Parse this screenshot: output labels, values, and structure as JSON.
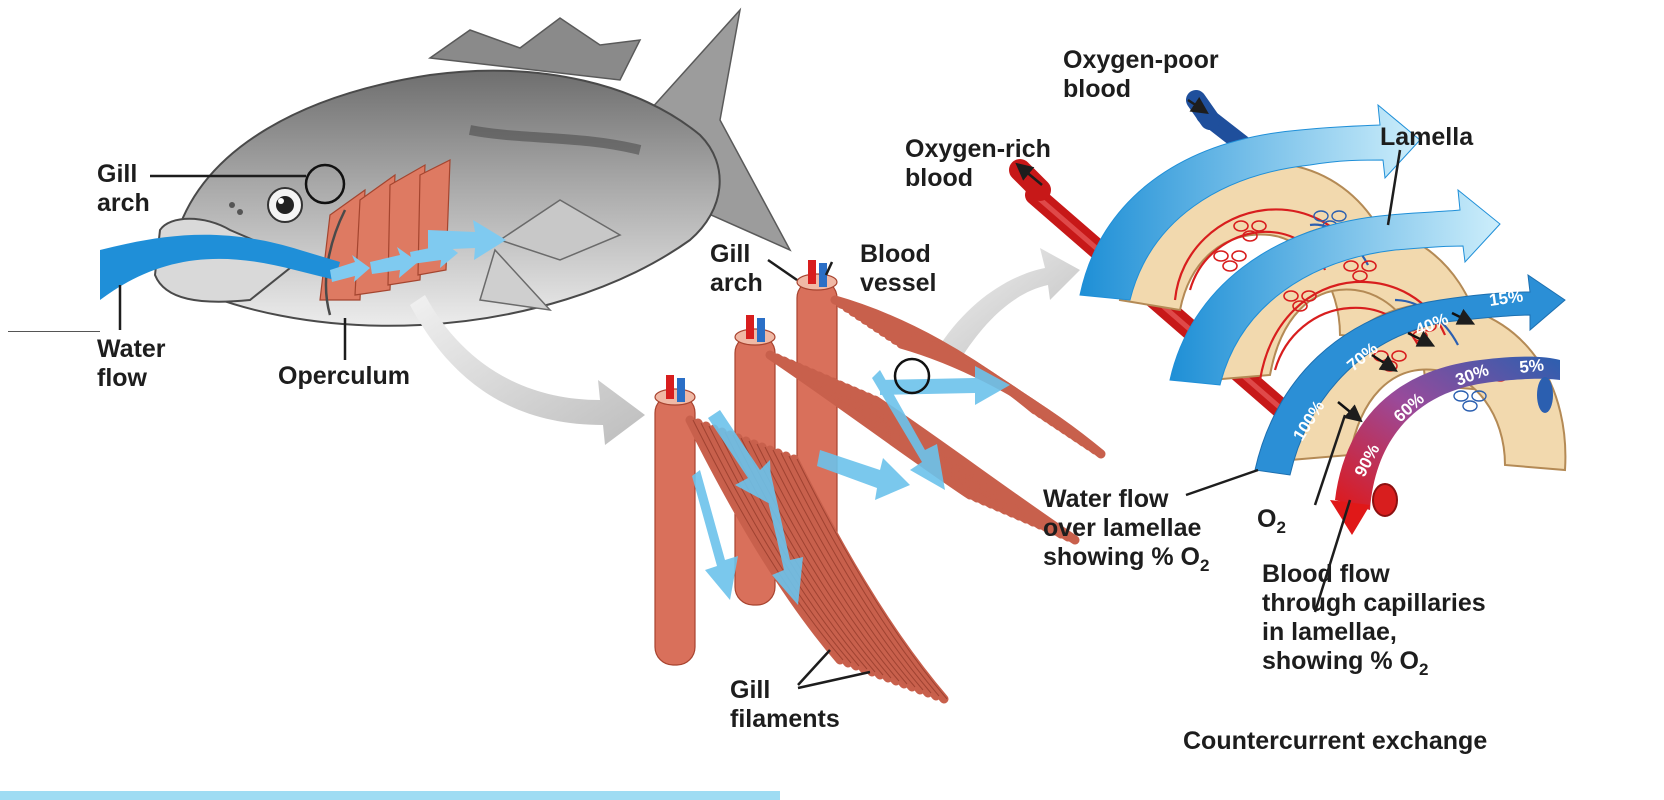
{
  "labels": {
    "gill_arch_fish": "Gill\narch",
    "water_flow": "Water\nflow",
    "operculum": "Operculum",
    "gill_arch_2": "Gill\narch",
    "blood_vessel": "Blood\nvessel",
    "gill_filaments": "Gill\nfilaments",
    "oxygen_poor": "Oxygen-poor\nblood",
    "oxygen_rich": "Oxygen-rich\nblood",
    "lamella": "Lamella",
    "water_flow_lamellae": "Water flow\nover lamellae\nshowing % O",
    "water_flow_lamellae_sub": "2",
    "o2": "O",
    "o2_sub": "2",
    "blood_flow": "Blood flow\nthrough capillaries\nin lamellae,\nshowing % O",
    "blood_flow_sub": "2",
    "countercurrent": "Countercurrent exchange"
  },
  "water_percentages": [
    "100%",
    "70%",
    "40%",
    "15%"
  ],
  "blood_percentages": [
    "90%",
    "60%",
    "30%",
    "5%"
  ],
  "colors": {
    "water": "#3aa7e0",
    "water_light": "#bfe6f7",
    "blood_rich": "#d81e1e",
    "blood_poor": "#2b5fb0",
    "filament": "#d8705c",
    "lamella_tissue": "#f2d9ae"
  }
}
